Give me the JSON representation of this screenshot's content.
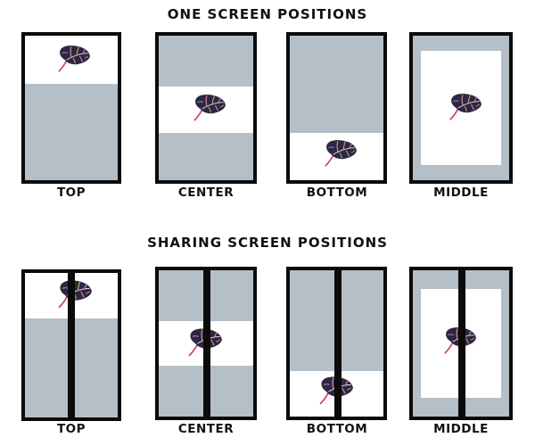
{
  "sections": {
    "one_screen": {
      "title": "ONE SCREEN POSITIONS",
      "labels": [
        "TOP",
        "CENTER",
        "BOTTOM",
        "MIDDLE"
      ]
    },
    "sharing_screen": {
      "title": "SHARING SCREEN POSITIONS",
      "labels": [
        "TOP",
        "CENTER",
        "BOTTOM",
        "MIDDLE"
      ]
    }
  },
  "colors": {
    "frame_border": "#0b0b0b",
    "background_area": "#b5bfc8",
    "content_area": "#ffffff",
    "leaf_dark": "#2c2742",
    "leaf_accent_pink": "#d98aa6",
    "leaf_accent_gold": "#c9a25a",
    "leaf_stem": "#d33f73"
  },
  "icons": {
    "leaf": "leaf-icon"
  }
}
